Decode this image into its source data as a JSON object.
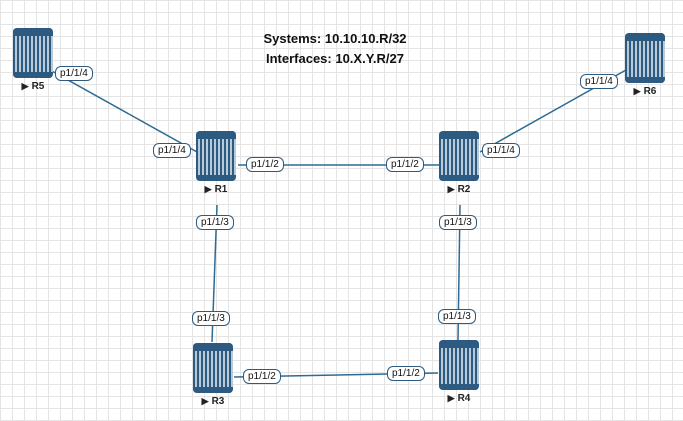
{
  "info": {
    "systems": "Systems: 10.10.10.R/32",
    "interfaces": "Interfaces: 10.X.Y.R/27"
  },
  "routers": {
    "r1": "R1",
    "r2": "R2",
    "r3": "R3",
    "r4": "R4",
    "r5": "R5",
    "r6": "R6"
  },
  "ports": {
    "r5_r1_a": "p1/1/4",
    "r5_r1_b": "p1/1/4",
    "r1_r2_a": "p1/1/2",
    "r1_r2_b": "p1/1/2",
    "r2_r6_a": "p1/1/4",
    "r2_r6_b": "p1/1/4",
    "r1_r3_a": "p1/1/3",
    "r1_r3_b": "p1/1/3",
    "r2_r4_a": "p1/1/3",
    "r2_r4_b": "p1/1/3",
    "r3_r4_a": "p1/1/2",
    "r3_r4_b": "p1/1/2"
  },
  "colors": {
    "link": "#2d6a94",
    "router": "#2d5a80"
  }
}
